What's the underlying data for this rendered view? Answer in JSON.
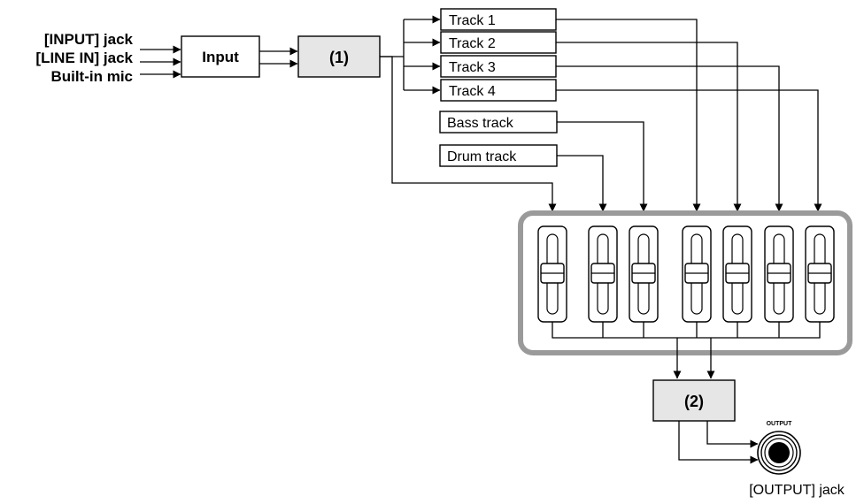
{
  "inputs": {
    "input_jack": "[INPUT] jack",
    "line_in_jack": "[LINE IN] jack",
    "builtin_mic": "Built-in mic"
  },
  "blocks": {
    "input": "Input",
    "stage1": "(1)",
    "stage2": "(2)"
  },
  "tracks": [
    "Track 1",
    "Track 2",
    "Track 3",
    "Track 4"
  ],
  "bass_track": "Bass track",
  "drum_track": "Drum track",
  "output": {
    "jack_panel_label": "OUTPUT",
    "jack_caption": "[OUTPUT] jack"
  },
  "colors": {
    "block_fill": "#e6e6e6",
    "mixer_frame": "#9a9a9a"
  }
}
